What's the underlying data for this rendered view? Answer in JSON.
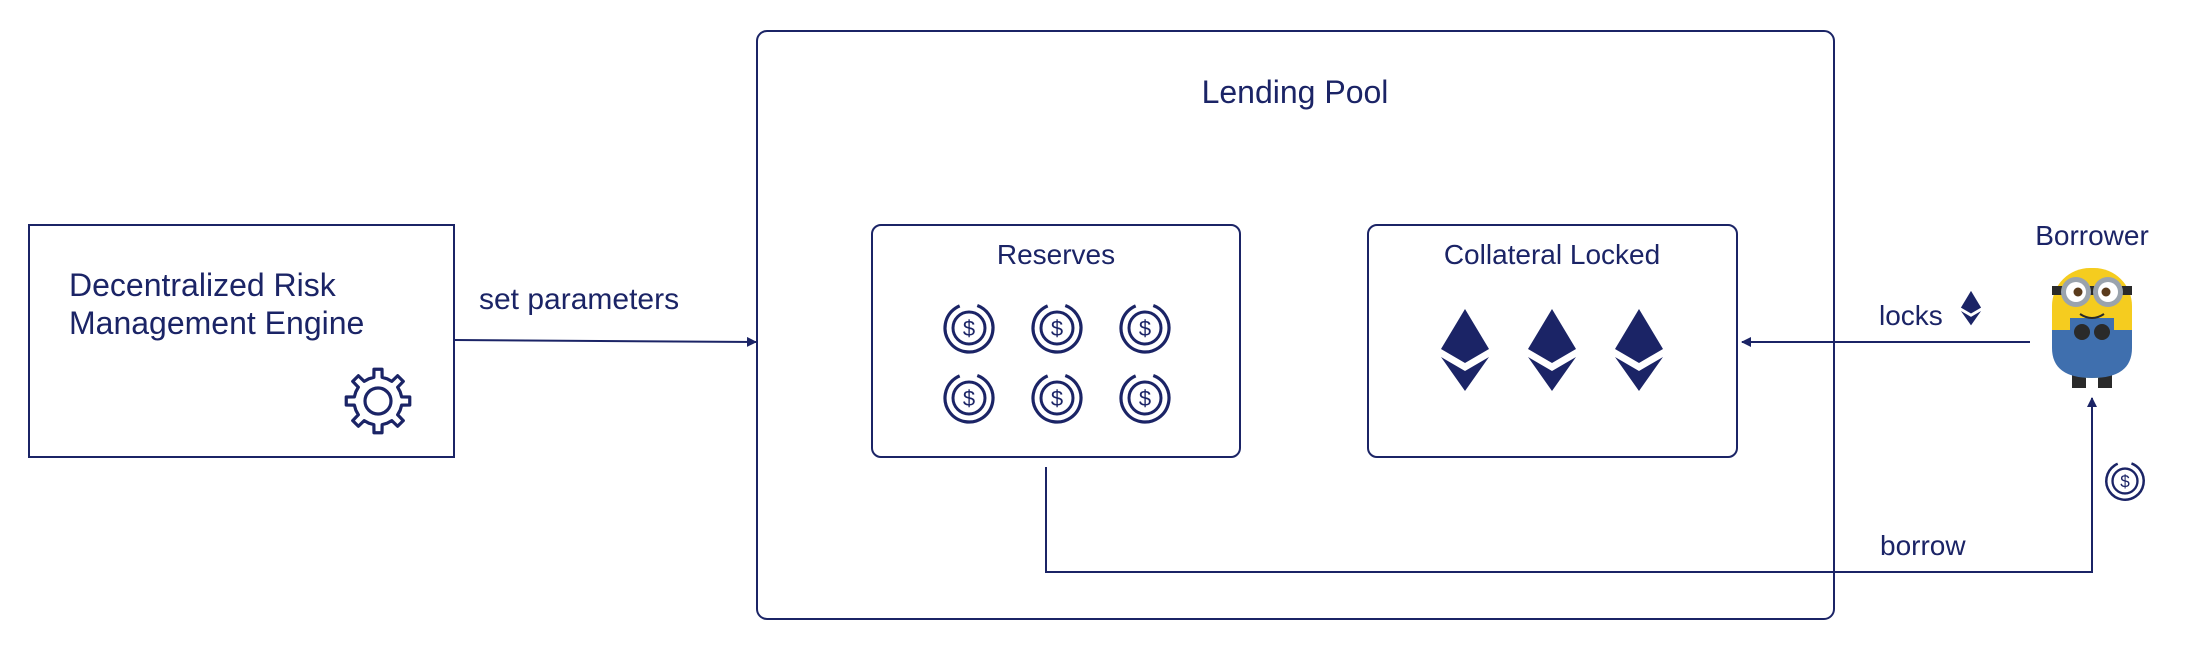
{
  "risk_engine": {
    "title_line1": "Decentralized Risk",
    "title_line2": "Management Engine",
    "icon": "gear-icon"
  },
  "edges": {
    "set_parameters": "set parameters",
    "locks": "locks",
    "borrow": "borrow"
  },
  "lending_pool": {
    "title": "Lending Pool",
    "reserves": {
      "title": "Reserves",
      "coin_count": 6,
      "icon": "dollar-coin-icon"
    },
    "collateral": {
      "title": "Collateral Locked",
      "token_count": 3,
      "icon": "ethereum-icon"
    }
  },
  "borrower": {
    "label": "Borrower",
    "avatar": "minion-avatar"
  },
  "colors": {
    "ink": "#1b2466",
    "minion_yellow": "#f5cc1f",
    "minion_denim": "#3f6fae",
    "goggle_gray": "#9aa3ad"
  }
}
